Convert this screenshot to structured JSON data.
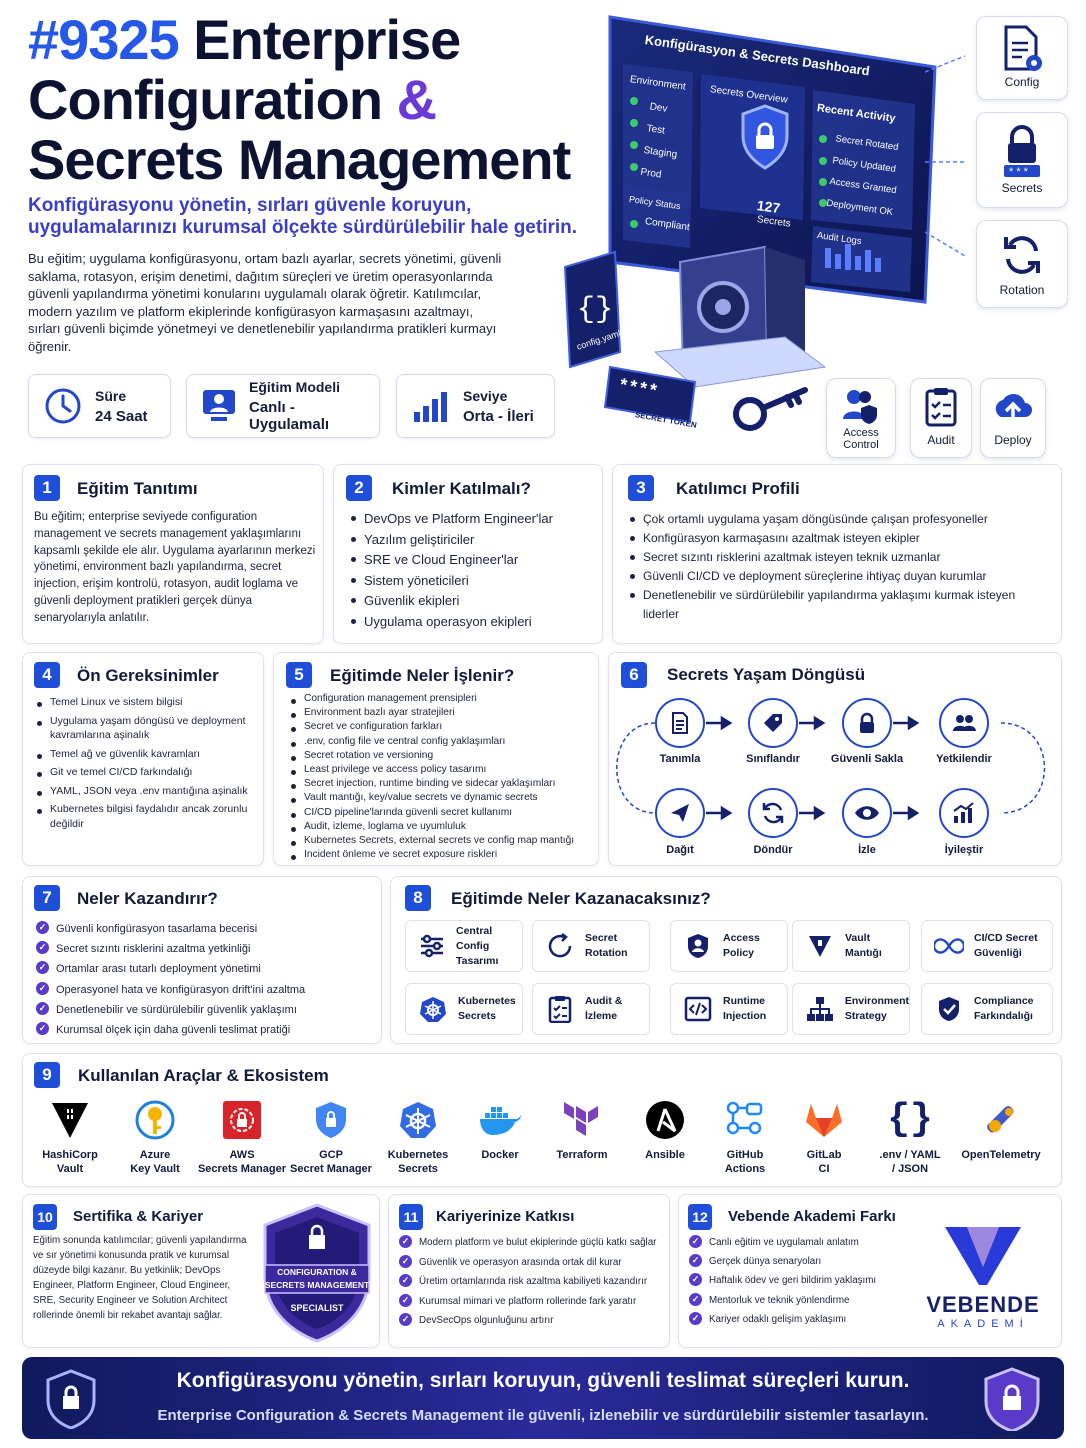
{
  "header": {
    "title_num": "#9325",
    "title_l1": "Enterprise",
    "title_l2": "Configuration",
    "title_amp": "&",
    "title_l3": "Secrets Management",
    "subtitle": "Konfigürasyonu yönetin, sırları güvenle koruyun, uygulamalarınızı kurumsal ölçekte sürdürülebilir hale getirin.",
    "intro": "Bu eğitim; uygulama konfigürasyonu, ortam bazlı ayarlar, secrets yönetimi, güvenli saklama, rotasyon, erişim denetimi, dağıtım süreçleri ve üretim operasyonlarında güvenli yapılandırma yönetimi konularını uygulamalı olarak öğretir. Katılımcılar, modern yazılım ve platform ekiplerinde konfigürasyon karmaşasını azaltmayı, sırları güvenli biçimde yönetmeyi ve denetlenebilir yapılandırma pratikleri kurmayı öğrenir."
  },
  "info": [
    {
      "label": "Süre",
      "value": "24 Saat",
      "icon": "clock-icon"
    },
    {
      "label": "Eğitim Modeli",
      "value": "Canlı - Uygulamalı",
      "icon": "presenter-icon"
    },
    {
      "label": "Seviye",
      "value": "Orta - İleri",
      "icon": "level-bars-icon"
    }
  ],
  "dashboard": {
    "title": "Konfigürasyon & Secrets Dashboard",
    "env_title": "Environment",
    "envs": [
      "Dev",
      "Test",
      "Staging",
      "Prod"
    ],
    "overview": "Secrets Overview",
    "count": "127",
    "count_label": "Secrets",
    "policy": "Policy Status",
    "compliant": "Compliant",
    "activity_title": "Recent Activity",
    "activity": [
      "Secret Rotated",
      "Policy Updated",
      "Access Granted",
      "Deployment OK"
    ],
    "audit": "Audit Logs",
    "config_file": "config.yaml",
    "token": "SECRET TOKEN",
    "token_mask": "****"
  },
  "side_icons": [
    {
      "label": "Config",
      "icon": "config-file-icon"
    },
    {
      "label": "Secrets",
      "icon": "lock-icon"
    },
    {
      "label": "Rotation",
      "icon": "rotation-icon"
    }
  ],
  "bottom_icons": [
    {
      "label": "Access Control",
      "icon": "access-control-icon"
    },
    {
      "label": "Audit",
      "icon": "audit-clipboard-icon"
    },
    {
      "label": "Deploy",
      "icon": "cloud-upload-icon"
    }
  ],
  "s1": {
    "num": "1",
    "title": "Eğitim Tanıtımı",
    "text": "Bu eğitim; enterprise seviyede configuration management ve secrets management yaklaşımlarını kapsamlı şekilde ele alır. Uygulama ayarlarının merkezi yönetimi, environment bazlı yapılandırma, secret injection, erişim kontrolü, rotasyon, audit loglama ve güvenli deployment pratikleri gerçek dünya senaryolarıyla anlatılır."
  },
  "s2": {
    "num": "2",
    "title": "Kimler Katılmalı?",
    "items": [
      "DevOps ve Platform Engineer'lar",
      "Yazılım geliştiriciler",
      "SRE ve Cloud Engineer'lar",
      "Sistem yöneticileri",
      "Güvenlik ekipleri",
      "Uygulama operasyon ekipleri"
    ]
  },
  "s3": {
    "num": "3",
    "title": "Katılımcı Profili",
    "items": [
      "Çok ortamlı uygulama yaşam döngüsünde çalışan profesyoneller",
      "Konfigürasyon karmaşasını azaltmak isteyen ekipler",
      "Secret sızıntı risklerini azaltmak isteyen teknik uzmanlar",
      "Güvenli CI/CD ve deployment süreçlerine ihtiyaç duyan kurumlar",
      "Denetlenebilir ve sürdürülebilir yapılandırma yaklaşımı kurmak isteyen liderler"
    ]
  },
  "s4": {
    "num": "4",
    "title": "Ön Gereksinimler",
    "items": [
      "Temel Linux ve sistem bilgisi",
      "Uygulama yaşam döngüsü ve deployment kavramlarına aşinalık",
      "Temel ağ ve güvenlik kavramları",
      "Git ve temel CI/CD farkındalığı",
      "YAML, JSON veya .env mantığına aşinalık",
      "Kubernetes bilgisi faydalıdır ancak zorunlu değildir"
    ]
  },
  "s5": {
    "num": "5",
    "title": "Eğitimde Neler İşlenir?",
    "items": [
      "Configuration management prensipleri",
      "Environment bazlı ayar stratejileri",
      "Secret ve configuration farkları",
      ".env, config file ve central config yaklaşımları",
      "Secret rotation ve versioning",
      "Least privilege ve access policy tasarımı",
      "Secret injection, runtime binding ve sidecar yaklaşımları",
      "Vault mantığı, key/value secrets ve dynamic secrets",
      "CI/CD pipeline'larında güvenli secret kullanımı",
      "Audit, izleme, loglama ve uyumluluk",
      "Kubernetes Secrets, external secrets ve config map mantığı",
      "Incident önleme ve secret exposure riskleri"
    ]
  },
  "s6": {
    "num": "6",
    "title": "Secrets Yaşam Döngüsü",
    "steps": [
      {
        "label": "Tanımla",
        "icon": "document-icon"
      },
      {
        "label": "Sınıflandır",
        "icon": "tag-icon"
      },
      {
        "label": "Güvenli Sakla",
        "icon": "lock-icon"
      },
      {
        "label": "Yetkilendir",
        "icon": "users-icon"
      },
      {
        "label": "Dağıt",
        "icon": "send-icon"
      },
      {
        "label": "Döndür",
        "icon": "refresh-icon"
      },
      {
        "label": "İzle",
        "icon": "eye-icon"
      },
      {
        "label": "İyileştir",
        "icon": "chart-up-icon"
      }
    ]
  },
  "s7": {
    "num": "7",
    "title": "Neler Kazandırır?",
    "items": [
      "Güvenli konfigürasyon tasarlama becerisi",
      "Secret sızıntı risklerini azaltma yetkinliği",
      "Ortamlar arası tutarlı deployment yönetimi",
      "Operasyonel hata ve konfigürasyon drift'ini azaltma",
      "Denetlenebilir ve sürdürülebilir güvenlik yaklaşımı",
      "Kurumsal ölçek için daha güvenli teslimat pratiği"
    ]
  },
  "s8": {
    "num": "8",
    "title": "Eğitimde Neler Kazanacaksınız?",
    "items": [
      {
        "l1": "Central Config",
        "l2": "Tasarımı",
        "icon": "sliders-icon"
      },
      {
        "l1": "Secret",
        "l2": "Rotation",
        "icon": "rotate-icon"
      },
      {
        "l1": "Access",
        "l2": "Policy",
        "icon": "shield-user-icon"
      },
      {
        "l1": "Vault",
        "l2": "Mantığı",
        "icon": "vault-icon"
      },
      {
        "l1": "CI/CD Secret",
        "l2": "Güvenliği",
        "icon": "infinity-icon"
      },
      {
        "l1": "Kubernetes",
        "l2": "Secrets",
        "icon": "kubernetes-icon"
      },
      {
        "l1": "Audit &",
        "l2": "İzleme",
        "icon": "clipboard-icon"
      },
      {
        "l1": "Runtime",
        "l2": "Injection",
        "icon": "code-icon"
      },
      {
        "l1": "Environment",
        "l2": "Strategy",
        "icon": "hierarchy-icon"
      },
      {
        "l1": "Compliance",
        "l2": "Farkındalığı",
        "icon": "shield-check-icon"
      }
    ]
  },
  "s9": {
    "num": "9",
    "title": "Kullanılan Araçlar & Ekosistem",
    "tools": [
      {
        "l1": "HashiCorp",
        "l2": "Vault",
        "icon": "hashicorp-vault-icon"
      },
      {
        "l1": "Azure",
        "l2": "Key Vault",
        "icon": "azure-key-vault-icon"
      },
      {
        "l1": "AWS",
        "l2": "Secrets Manager",
        "icon": "aws-secrets-icon"
      },
      {
        "l1": "GCP",
        "l2": "Secret Manager",
        "icon": "gcp-secret-icon"
      },
      {
        "l1": "Kubernetes",
        "l2": "Secrets",
        "icon": "kubernetes-icon"
      },
      {
        "l1": "Docker",
        "l2": "",
        "icon": "docker-icon"
      },
      {
        "l1": "Terraform",
        "l2": "",
        "icon": "terraform-icon"
      },
      {
        "l1": "Ansible",
        "l2": "",
        "icon": "ansible-icon"
      },
      {
        "l1": "GitHub",
        "l2": "Actions",
        "icon": "github-actions-icon"
      },
      {
        "l1": "GitLab",
        "l2": "CI",
        "icon": "gitlab-icon"
      },
      {
        "l1": ".env / YAML",
        "l2": "/ JSON",
        "icon": "braces-icon"
      },
      {
        "l1": "OpenTelemetry",
        "l2": "",
        "icon": "opentelemetry-icon"
      }
    ]
  },
  "s10": {
    "num": "10",
    "title": "Sertifika & Kariyer",
    "text": "Eğitim sonunda katılımcılar; güvenli yapılandırma ve sır yönetimi konusunda pratik ve kurumsal düzeyde bilgi kazanır. Bu yetkinlik; DevOps Engineer, Platform Engineer, Cloud Engineer, SRE, Security Engineer ve Solution Architect rollerinde önemli bir rekabet avantajı sağlar.",
    "badge_l1": "CONFIGURATION &",
    "badge_l2": "SECRETS MANAGEMENT",
    "badge_l3": "SPECIALIST"
  },
  "s11": {
    "num": "11",
    "title": "Kariyerinize Katkısı",
    "items": [
      "Modern platform ve bulut ekiplerinde güçlü katkı sağlar",
      "Güvenlik ve operasyon arasında ortak dil kurar",
      "Üretim ortamlarında risk azaltma kabiliyeti kazandırır",
      "Kurumsal mimari ve platform rollerinde fark yaratır",
      "DevSecOps olgunluğunu artırır"
    ]
  },
  "s12": {
    "num": "12",
    "title": "Vebende Akademi Farkı",
    "items": [
      "Canlı eğitim ve uygulamalı anlatım",
      "Gerçek dünya senaryoları",
      "Haftalık ödev ve geri bildirim yaklaşımı",
      "Mentorluk ve teknik yönlendirme",
      "Kariyer odaklı gelişim yaklaşımı"
    ],
    "brand": "VEBENDE",
    "brand_sub": "AKADEMİ"
  },
  "banner": {
    "line1": "Konfigürasyonu yönetin, sırları koruyun, güvenli teslimat süreçleri kurun.",
    "line2": "Enterprise Configuration & Secrets Management ile güvenli, izlenebilir ve sürdürülebilir sistemler tasarlayın."
  }
}
